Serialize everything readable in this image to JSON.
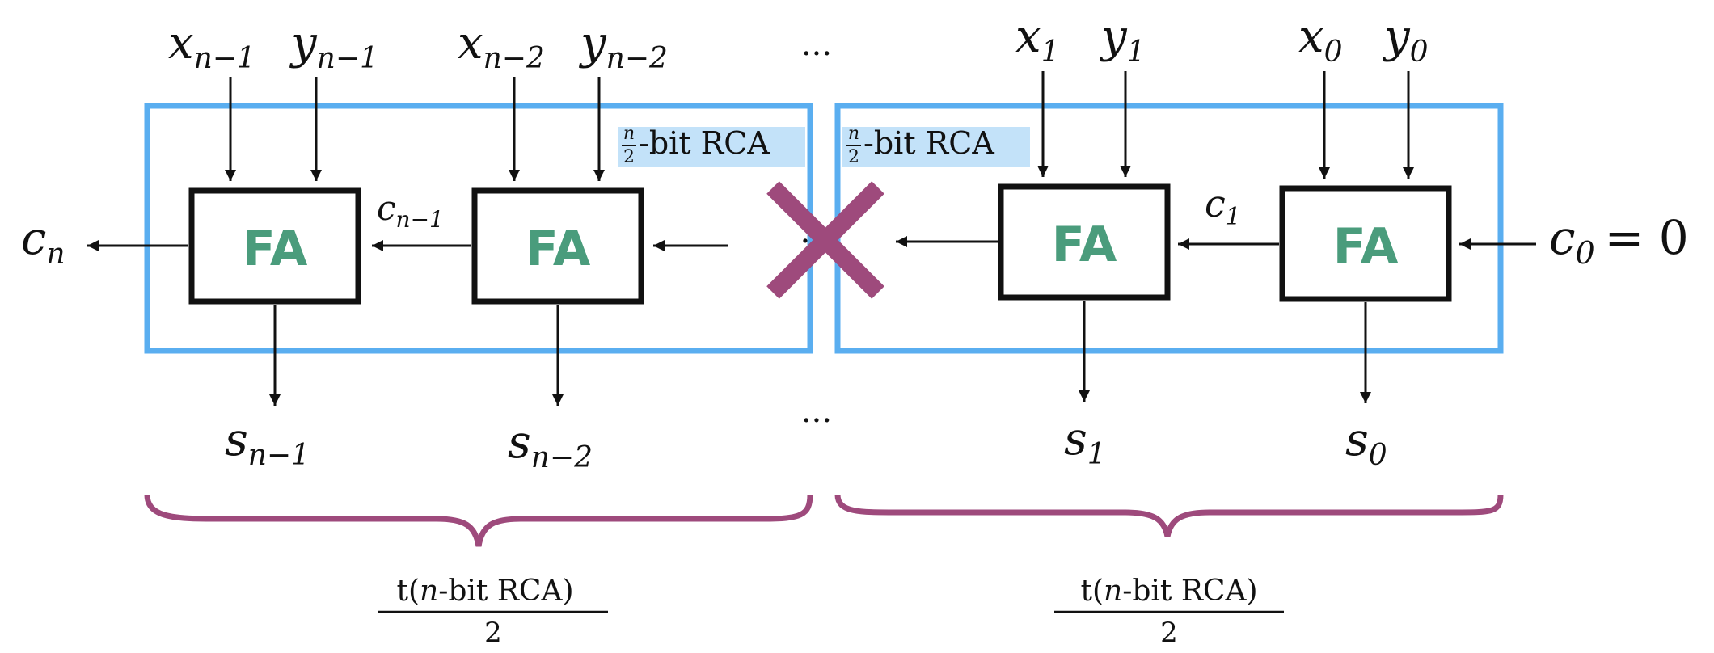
{
  "colors": {
    "block_border": "#5aaef0",
    "label_bg": "#c3e2f9",
    "fa_text": "#4a9c7c",
    "accent": "#9e4a7c",
    "wire": "#111111"
  },
  "fa_label": "FA",
  "rca_label": {
    "fraction_num": "n",
    "fraction_den": "2",
    "suffix": "-bit RCA"
  },
  "inputs": {
    "x_n_minus_1": {
      "base": "x",
      "sub": "n−1"
    },
    "y_n_minus_1": {
      "base": "y",
      "sub": "n−1"
    },
    "x_n_minus_2": {
      "base": "x",
      "sub": "n−2"
    },
    "y_n_minus_2": {
      "base": "y",
      "sub": "n−2"
    },
    "x_1": {
      "base": "x",
      "sub": "1"
    },
    "y_1": {
      "base": "y",
      "sub": "1"
    },
    "x_0": {
      "base": "x",
      "sub": "0"
    },
    "y_0": {
      "base": "y",
      "sub": "0"
    }
  },
  "outputs": {
    "s_n_minus_1": {
      "base": "s",
      "sub": "n−1"
    },
    "s_n_minus_2": {
      "base": "s",
      "sub": "n−2"
    },
    "s_1": {
      "base": "s",
      "sub": "1"
    },
    "s_0": {
      "base": "s",
      "sub": "0"
    }
  },
  "carries": {
    "c_n": {
      "base": "c",
      "sub": "n"
    },
    "c_n_minus_1": {
      "base": "c",
      "sub": "n−1"
    },
    "c_1": {
      "base": "c",
      "sub": "1"
    },
    "c_0": {
      "base": "c",
      "sub": "0",
      "eq": "= 0"
    }
  },
  "ellipsis": "···",
  "ellipsis_mid": "·",
  "delay": {
    "numerator_prefix": "t(",
    "numerator_var": "n",
    "numerator_suffix": "-bit RCA)",
    "denominator": "2"
  }
}
